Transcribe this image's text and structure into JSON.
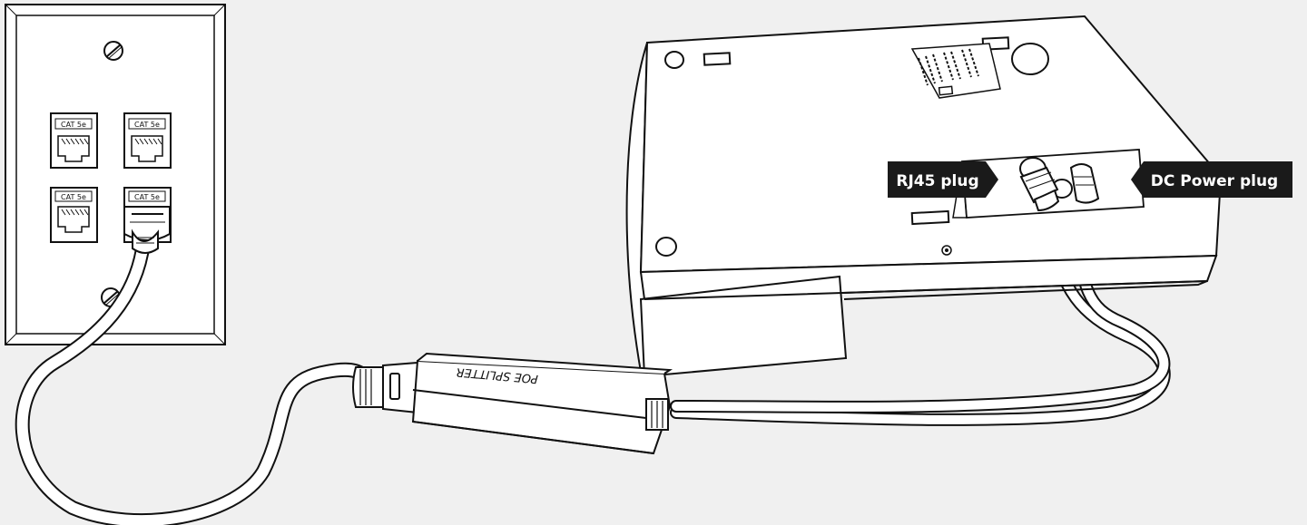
{
  "wallplate": {
    "jacks": [
      {
        "label": "CAT 5e"
      },
      {
        "label": "CAT 5e"
      },
      {
        "label": "CAT 5e"
      },
      {
        "label": "CAT 5e"
      }
    ]
  },
  "splitter": {
    "label": "POE SPLITTER"
  },
  "callouts": {
    "rj45": "RJ45 plug",
    "dc_power": "DC Power plug"
  },
  "colors": {
    "background": "#f0f0f0",
    "line": "#111111",
    "fill": "#ffffff",
    "callout": "#1a1a1a",
    "callout_text": "#ffffff"
  }
}
